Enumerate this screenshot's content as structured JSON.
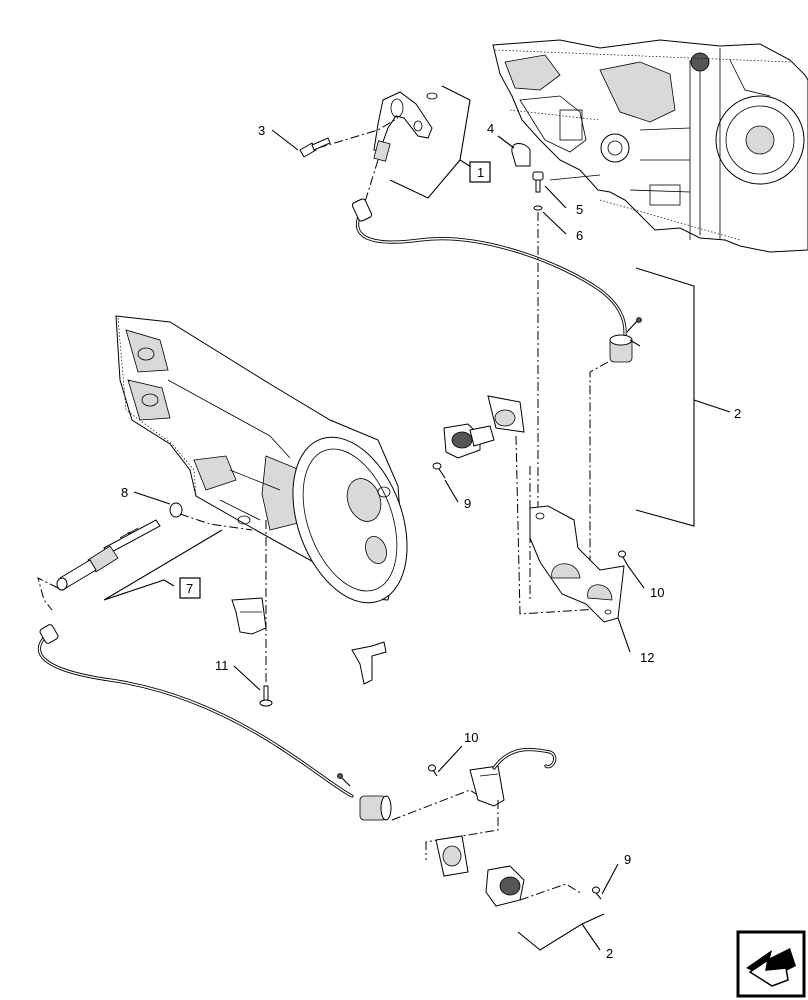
{
  "diagram": {
    "callouts": [
      {
        "id": "c3",
        "text": "3"
      },
      {
        "id": "c4",
        "text": "4"
      },
      {
        "id": "c5",
        "text": "5"
      },
      {
        "id": "c6",
        "text": "6"
      },
      {
        "id": "c1",
        "text": "1"
      },
      {
        "id": "c2a",
        "text": "2"
      },
      {
        "id": "c9a",
        "text": "9"
      },
      {
        "id": "c8",
        "text": "8"
      },
      {
        "id": "c7",
        "text": "7"
      },
      {
        "id": "c10a",
        "text": "10"
      },
      {
        "id": "c12",
        "text": "12"
      },
      {
        "id": "c11",
        "text": "11"
      },
      {
        "id": "c10b",
        "text": "10"
      },
      {
        "id": "c9b",
        "text": "9"
      },
      {
        "id": "c2b",
        "text": "2"
      }
    ],
    "boxed_callouts": [
      "1",
      "7"
    ],
    "nav_icon": "next-page-arrow-icon"
  }
}
